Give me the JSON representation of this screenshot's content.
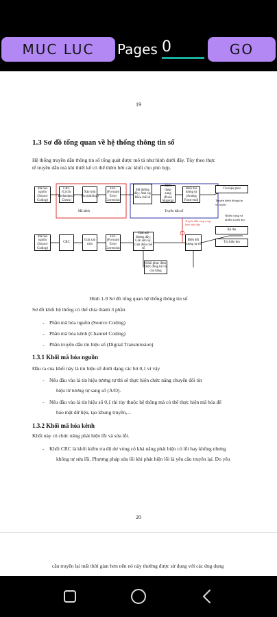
{
  "toolbar": {
    "menu_label": "MUC LUC",
    "pages_label": "Pages",
    "page_value": "0",
    "go_label": "GO"
  },
  "page19": {
    "page_number": "19",
    "section_title": "1.3  Sơ đồ tổng quan về hệ thống thông tin số",
    "intro_line1": "Hệ thống truyền dẫn thông tin số tổng quát được mô tả như hình dưới đây. Tùy theo thực",
    "intro_line2": "tế truyền dẫn mà khi thiết kế có thể thêm bớt các khối cho phù hợp.",
    "diagram": {
      "tx_source": "Mã hóa nguồn (Source Coding)",
      "tx_crc": "CRC (Cyclic Redundancy Check)",
      "tx_interleave": "Xáo trộn (Scrambling)",
      "tx_fec": "FEC (Forward Error Correction)",
      "tx_modulation": "Mã đường dây; Ánh xạ; Điều chế số",
      "tx_shaping": "Định dạng xung (Pulse Shaping)",
      "tx_rf": "Biến đổi tương tự (Analog Front-end)",
      "tx_channel_label": "Mã kênh",
      "tx_digital_label": "Truyền dẫn số",
      "transmitter": "Tín hiệu phát",
      "channel": "Truyền kênh thông tin vô tuyến",
      "noise": "Nhiễu cộng và nhiễu xuyên âm",
      "receiver_label": "Bộ thu",
      "rx_source": "Mã hóa nguồn (Source Coding)",
      "rx_crc": "CRC",
      "rx_descramble": "Giải xáo trộn",
      "rx_fec": "FEC (Forward Error Correction)",
      "rx_demod": "Giải mã đường dây; Giải ánh xạ; Giải điều chế số",
      "rx_analog": "Biến đổi tương tự số",
      "rx_sync": "Khôi phục định thời; đồng bộ và cân bằng",
      "rx_signal": "Tín hiệu thu",
      "note": "Truyền dẫn song song hoặc nối tiếp",
      "caption": "Hình  1-9  Sơ đồ tổng quan hệ thống thông tin số"
    },
    "sec_intro": "Sơ đồ khối hệ thống có thể chia thành 3 phần",
    "bullets": [
      "Phần mã hóa nguồn (Source Coding)",
      "Phần mã hóa kênh (Channel Coding)",
      "Phần truyền dẫn tín hiệu số (Digital Transmission)"
    ],
    "sub1_title": "1.3.1  Khối mã hóa nguồn",
    "sub1_line": "Đầu ra của khối này là tín hiệu số dưới dạng các bit 0,1 ví vậy",
    "sub1_b1_l1": "Nếu đầu vào là tín hiệu tương tự thì sẽ thực hiện chức năng chuyển đổi tín",
    "sub1_b1_l2": "hiệu từ tương tự sang số (A/D).",
    "sub1_b2_l1": "Nếu đầu vào là tín hiệu số 0,1 thì tùy thuộc hệ thống mà có thể thực hiện mã hóa để",
    "sub1_b2_l2": "bảo mật dữ liệu, tạo khung truyền,...",
    "sub2_title": "1.3.2  Khối mã hóa kênh",
    "sub2_line": "Khối này có chức năng phát hiện lỗi và sửa lỗi.",
    "sub2_b1_l1": "Khối CRC là khối kiểm tra độ dư vòng có khả năng phát hiện có lỗi hay không nhưng",
    "sub2_b1_l2": "không tự sửa lỗi. Phương pháp sửa lỗi khi phát hiện lỗi là yêu cầu truyền lại. Do yêu"
  },
  "page20": {
    "page_number": "20",
    "line1": "cầu truyền lại mất thời gian hơn nên nó này thường được sử dụng với các ứng dụng"
  },
  "colors": {
    "accent": "#b388f5",
    "underline": "#1ab0a0"
  }
}
